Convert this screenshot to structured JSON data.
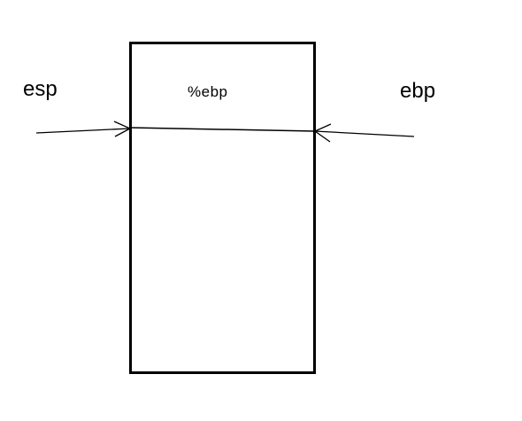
{
  "labels": {
    "esp": "esp",
    "ebp": "ebp"
  },
  "stack": {
    "top_slot_label": "%ebp"
  },
  "colors": {
    "stroke": "#000000",
    "background": "#ffffff"
  }
}
